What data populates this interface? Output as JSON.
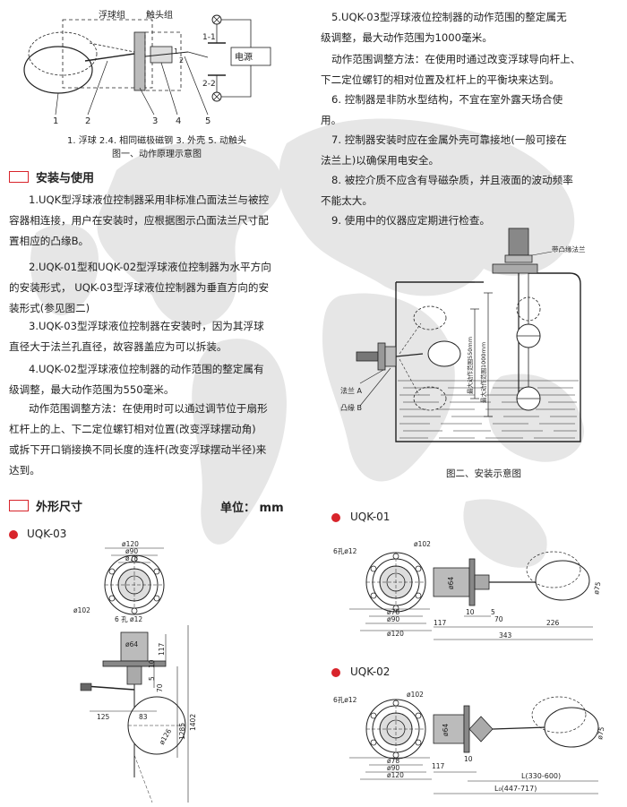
{
  "fig1": {
    "label_float_group": "浮球组",
    "label_contact_group": "触头组",
    "label_power": "电源",
    "label_11": "1-1",
    "label_22": "2-2",
    "label_l1": "1",
    "label_l2": "2",
    "parts": [
      "1",
      "2",
      "3",
      "4",
      "5"
    ],
    "caption_line1": "1. 浮球 2.4. 相同磁极磁钢 3. 外壳  5. 动触头",
    "caption_line2": "图一、动作原理示意图"
  },
  "install": {
    "title": "安装与使用",
    "p1": [
      "1.UQK型浮球液位控制器采用非标准凸面法兰与被控",
      "容器相连接，用户在安装时，应根据图示凸面法兰尺寸配",
      "置相应的凸缘B。"
    ],
    "p2": [
      "2.UQK-01型和UQK-02型浮球液位控制器为水平方向",
      "的安装形式， UQK-03型浮球液位控制器为垂直方向的安",
      "装形式(参见图二)"
    ],
    "p3": [
      "3.UQK-03型浮球液位控制器在安装时，因为其浮球",
      "直径大于法兰孔直径，故容器盖应为可以拆装。"
    ],
    "p4": [
      "4.UQK-02型浮球液位控制器的动作范围的整定属有",
      "级调整，最大动作范围为550毫米。"
    ],
    "p5": [
      "动作范围调整方法：在使用时可以通过调节位于扇形",
      "杠杆上的上、下二定位螺钉相对位置(改变浮球摆动角)",
      "或拆下开口销接换不同长度的连杆(改变浮球摆动半径)来",
      "达到。"
    ]
  },
  "right": {
    "p5": [
      "5.UQK-03型浮球液位控制器的动作范围的整定属无",
      "级调整，最大动作范围为1000毫米。"
    ],
    "p5b": [
      "动作范围调整方法：在使用时通过改变浮球导向杆上、",
      "下二定位螺钉的相对位置及杠杆上的平衡块来达到。"
    ],
    "p6": [
      "6. 控制器是非防水型结构，不宜在室外露天场合使",
      "用。"
    ],
    "p7": [
      "7. 控制器安装时应在金属外壳可靠接地(一般可接在",
      "法兰上)以确保用电安全。"
    ],
    "p8": [
      "8. 被控介质不应含有导磁杂质，并且液面的波动频率",
      "不能太大。"
    ],
    "p9": [
      "9. 使用中的仪器应定期进行检查。"
    ]
  },
  "fig2": {
    "label_flange_tape": "带凸缘法兰",
    "label_flange_a": "法兰 A",
    "label_flange_b": "凸缘 B",
    "label_range_550": "最大动作范围550mm",
    "label_range_1000": "最大动作范围1000mm",
    "caption": "图二、安装示意图"
  },
  "dims": {
    "title": "外形尺寸",
    "unit": "单位：   mm"
  },
  "uqk03": {
    "name": "UQK-03",
    "d120": "ø120",
    "d90": "ø90",
    "d78": "ø78",
    "d102": "ø102",
    "holes": "6 孔 ø12",
    "d64": "ø64",
    "v117": "117",
    "v10": "10",
    "v5": "5",
    "v70": "70",
    "h125": "125",
    "h83": "83",
    "d126": "ø126",
    "v1285": "1285",
    "v1402": "1402"
  },
  "uqk01": {
    "name": "UQK-01",
    "holes": "6孔ø12",
    "d102": "ø102",
    "d64": "ø64",
    "d75": "ø75",
    "d78": "ø78",
    "d90": "ø90",
    "d120": "ø120",
    "v10": "10",
    "v5": "5",
    "v117": "117",
    "v70": "70",
    "v226": "226",
    "v343": "343"
  },
  "uqk02": {
    "name": "UQK-02",
    "holes": "6孔ø12",
    "d102": "ø102",
    "d64": "ø64",
    "d75": "ø75",
    "d78": "ø78",
    "d90": "ø90",
    "d120": "ø120",
    "v10": "10",
    "v117": "117",
    "L": "L(330-600)",
    "L0": "L₀(447-717)"
  },
  "colors": {
    "accent": "#d8242b",
    "map": "#e4e4e4",
    "line": "#222222",
    "liquid": "#222222"
  }
}
